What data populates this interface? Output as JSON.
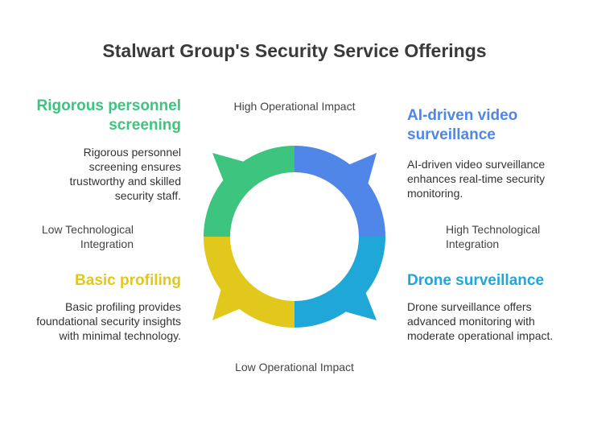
{
  "title": "Stalwart Group's Security Service Offerings",
  "axes": {
    "top": "High Operational Impact",
    "bottom": "Low Operational Impact",
    "left": "Low Technological Integration",
    "right": "High Technological Integration"
  },
  "quadrants": {
    "top_left": {
      "heading": "Rigorous personnel screening",
      "description": "Rigorous personnel screening ensures trustworthy and skilled security staff.",
      "color": "#3dc47f"
    },
    "top_right": {
      "heading": "AI-driven video surveillance",
      "description": "AI-driven video surveillance enhances real-time security monitoring.",
      "color": "#4f86e8"
    },
    "bottom_left": {
      "heading": "Basic profiling",
      "description": "Basic profiling provides foundational security insights with minimal technology.",
      "color": "#e2c81c"
    },
    "bottom_right": {
      "heading": "Drone surveillance",
      "description": "Drone surveillance offers advanced monitoring with moderate operational impact.",
      "color": "#1fa7d8"
    }
  }
}
